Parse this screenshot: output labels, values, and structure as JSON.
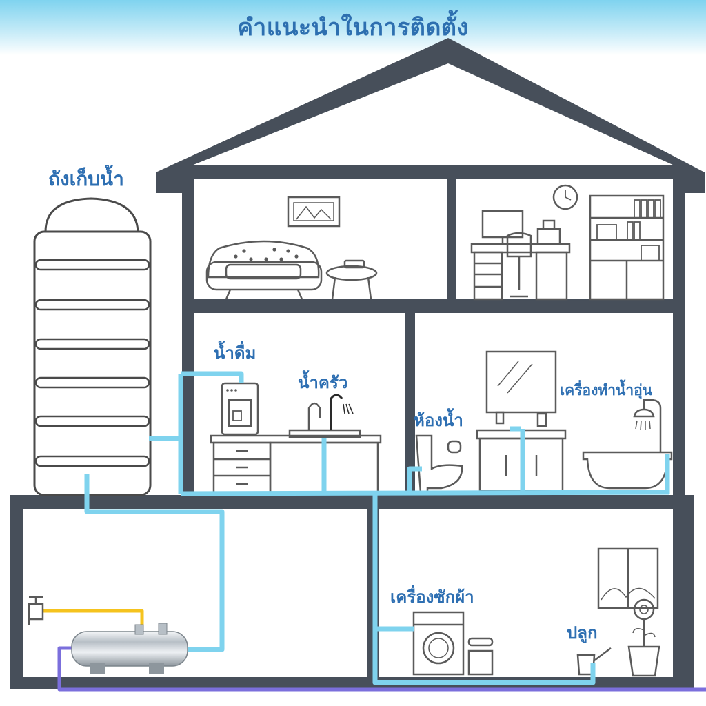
{
  "title": "คำแนะนำในการติดตั้ง",
  "labels": {
    "water_tank": "ถังเก็บน้ำ",
    "drinking_water": "น้ำดื่ม",
    "kitchen_water": "น้ำครัว",
    "bathroom": "ห้องน้ำ",
    "water_heater": "เครื่องทำน้ำอุ่น",
    "washing_machine": "เครื่องซักผ้า",
    "planting": "ปลูก"
  },
  "colors": {
    "house": "#474f5a",
    "water_pipe": "#7fd3ee",
    "inlet_pipe": "#f5c31e",
    "drain_pipe": "#7b6fdc",
    "title": "#2d6fb0",
    "label": "#2e6fb2",
    "furniture_line": "#5a5a5a"
  }
}
